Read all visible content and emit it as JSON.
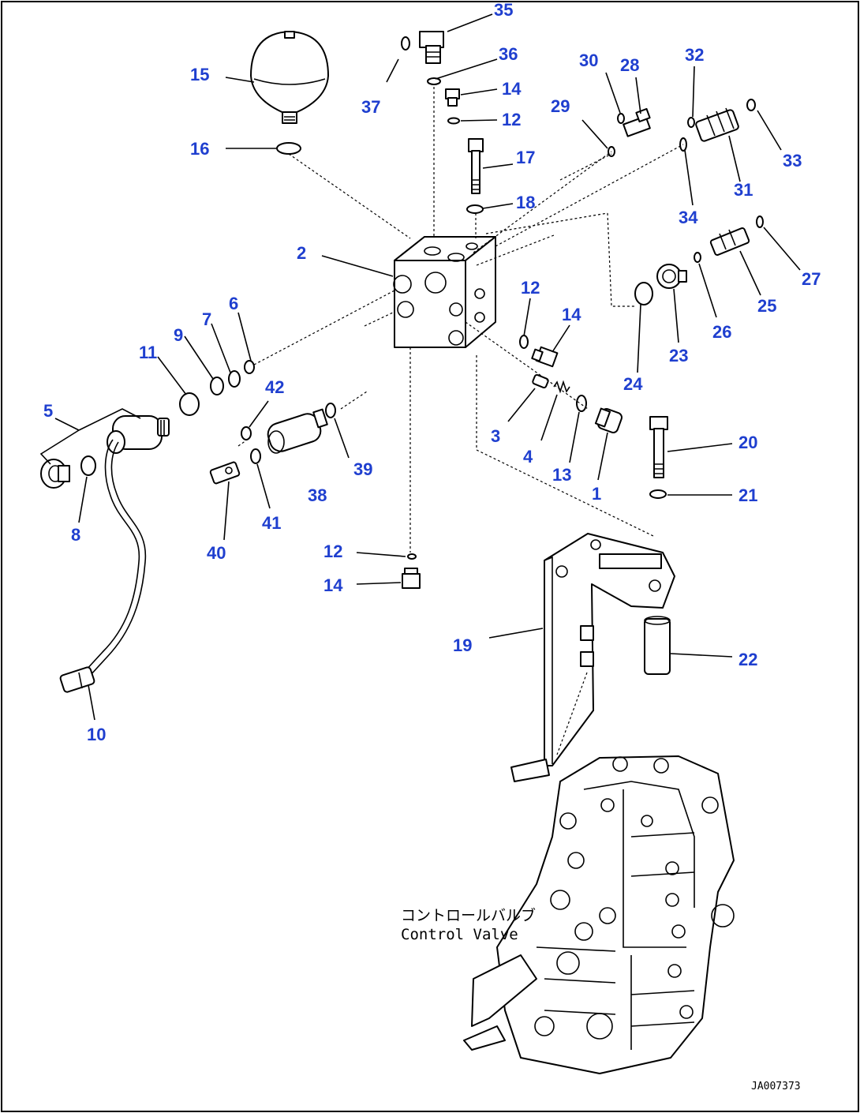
{
  "callouts": {
    "c1": "1",
    "c2": "2",
    "c3": "3",
    "c4": "4",
    "c5": "5",
    "c6": "6",
    "c7": "7",
    "c8": "8",
    "c9": "9",
    "c10": "10",
    "c11": "11",
    "c12a": "12",
    "c12b": "12",
    "c12c": "12",
    "c13": "13",
    "c14a": "14",
    "c14b": "14",
    "c14c": "14",
    "c15": "15",
    "c16": "16",
    "c17": "17",
    "c18": "18",
    "c19": "19",
    "c20": "20",
    "c21": "21",
    "c22": "22",
    "c23": "23",
    "c24": "24",
    "c25": "25",
    "c26": "26",
    "c27": "27",
    "c28": "28",
    "c29": "29",
    "c30": "30",
    "c31": "31",
    "c32": "32",
    "c33": "33",
    "c34": "34",
    "c35": "35",
    "c36": "36",
    "c37": "37",
    "c38": "38",
    "c39": "39",
    "c40": "40",
    "c41": "41",
    "c42": "42"
  },
  "control_valve_label_jp": "コントロールバルブ",
  "control_valve_label_en": "Control Valve",
  "drawing_code": "JA007373",
  "colors": {
    "callout": "#1f3fcf",
    "line": "#000000",
    "background": "#ffffff"
  }
}
